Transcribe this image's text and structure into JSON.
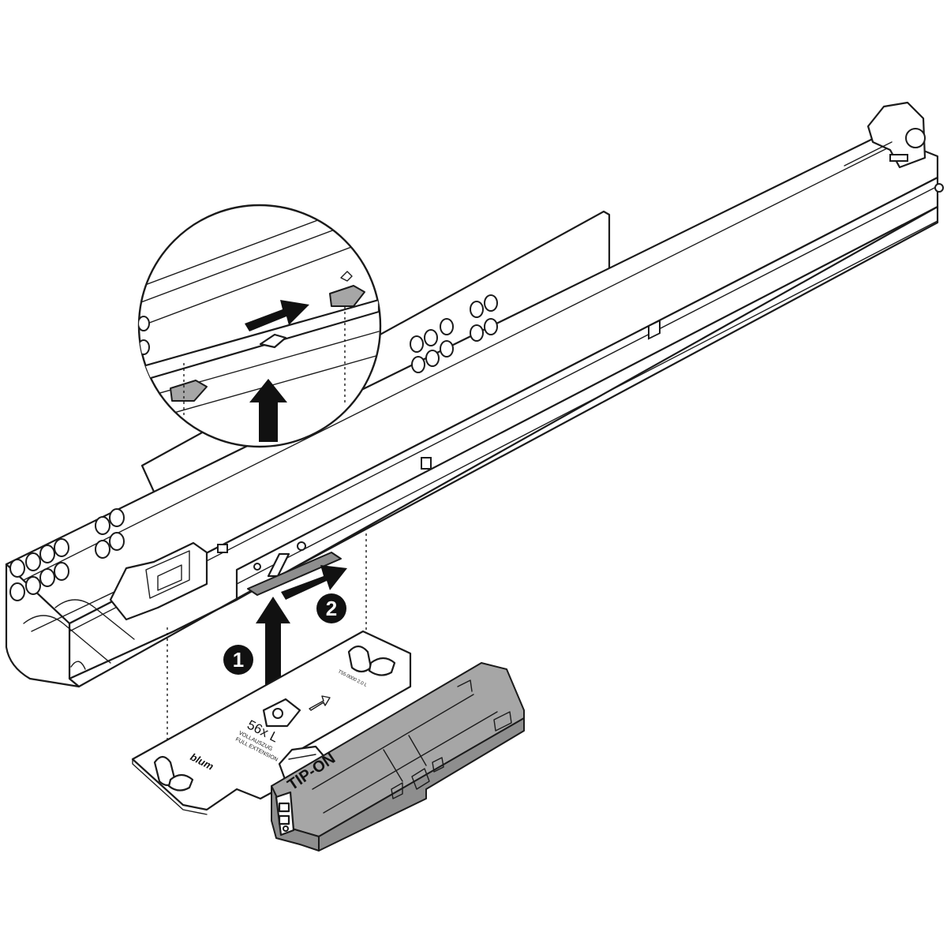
{
  "diagram": {
    "steps": [
      {
        "number": "1",
        "direction": "up"
      },
      {
        "number": "2",
        "direction": "toward-front"
      }
    ],
    "plate": {
      "model_code": "56x L",
      "line_de": "VOLLAUSZUG",
      "line_en": "FULL EXTENSION",
      "brand": "blum",
      "side_code": "T55.0000 2.0 L"
    },
    "unit_label": "TIP-ON",
    "colors": {
      "line": "#1a1a1a",
      "arrow": "#111111",
      "unit_grey": "#a6a6a6",
      "background": "#ffffff"
    },
    "icons": [
      "drawer-runner",
      "tip-on-unit",
      "detail-magnifier",
      "step-arrow"
    ]
  }
}
